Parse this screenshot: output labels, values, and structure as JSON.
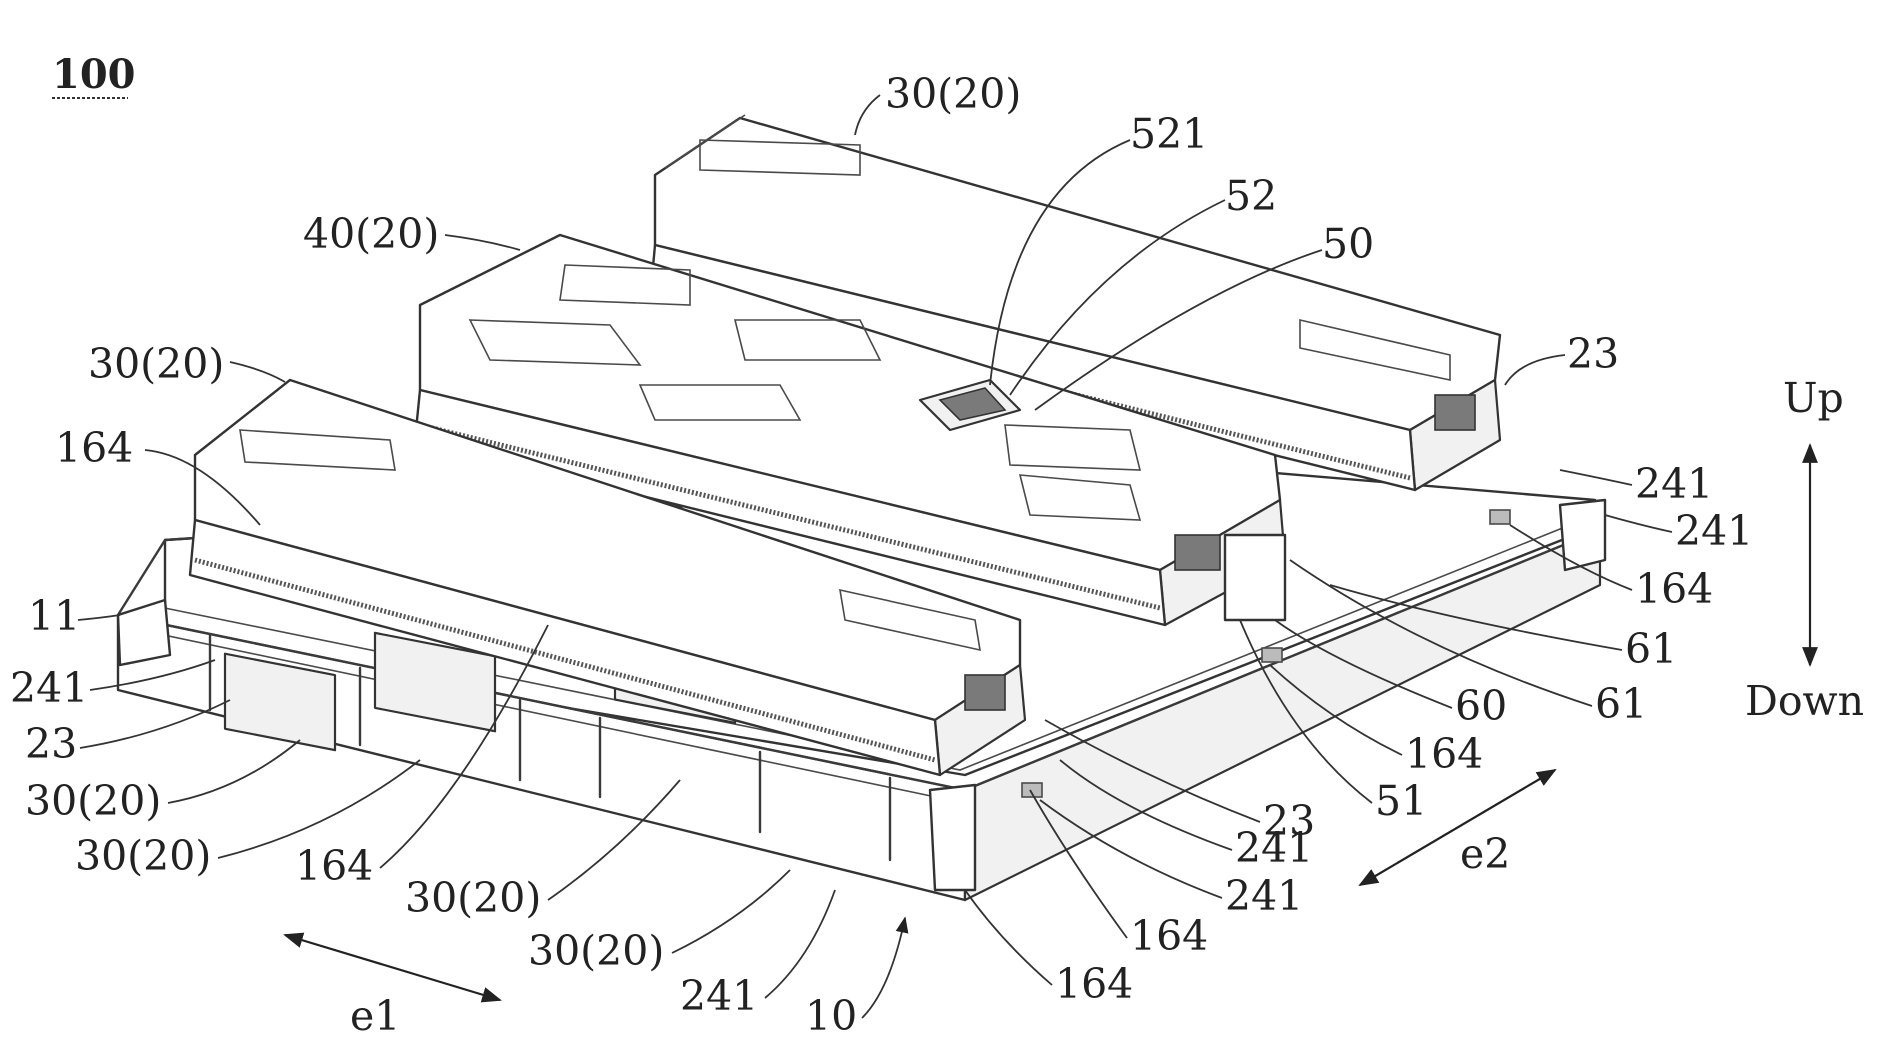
{
  "figure_number": "100",
  "labels": {
    "l_30_20_top": "30(20)",
    "l_521": "521",
    "l_52": "52",
    "l_50": "50",
    "l_40_20": "40(20)",
    "l_30_20_left": "30(20)",
    "l_23_right": "23",
    "l_164_left": "164",
    "l_241_r1": "241",
    "l_241_r2": "241",
    "l_164_r1": "164",
    "l_11": "11",
    "l_61_a": "61",
    "l_241_left": "241",
    "l_60": "60",
    "l_61_b": "61",
    "l_23_left": "23",
    "l_164_mid": "164",
    "l_30_20_b1": "30(20)",
    "l_51": "51",
    "l_23_mid": "23",
    "l_30_20_b2": "30(20)",
    "l_241_m1": "241",
    "l_164_b1": "164",
    "l_241_m2": "241",
    "l_30_20_b3": "30(20)",
    "l_30_20_b4": "30(20)",
    "l_164_b2": "164",
    "l_241_b": "241",
    "l_164_b3": "164",
    "l_10": "10"
  },
  "directions": {
    "up": "Up",
    "down": "Down",
    "e1": "e1",
    "e2": "e2"
  }
}
